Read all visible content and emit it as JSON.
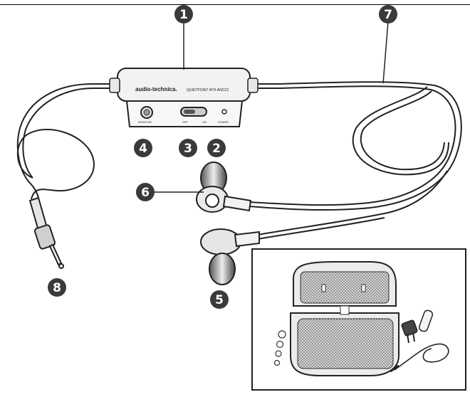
{
  "device": {
    "brand": "audio-technica.",
    "model_text": "QUIETPOINT ATH-ANC23",
    "monitor_label": "MONITOR",
    "off_label": "OFF",
    "on_label": "ON",
    "power_label": "POWER"
  },
  "callouts": [
    {
      "id": "1",
      "label": "1"
    },
    {
      "id": "2",
      "label": "2"
    },
    {
      "id": "3",
      "label": "3"
    },
    {
      "id": "4",
      "label": "4"
    },
    {
      "id": "5",
      "label": "5"
    },
    {
      "id": "6",
      "label": "6"
    },
    {
      "id": "7",
      "label": "7"
    },
    {
      "id": "8",
      "label": "8"
    }
  ],
  "colors": {
    "callout_fill": "#3a3a3a",
    "line": "#222222",
    "fill_light": "#eeeeee",
    "mesh": "#8a8a8a"
  }
}
